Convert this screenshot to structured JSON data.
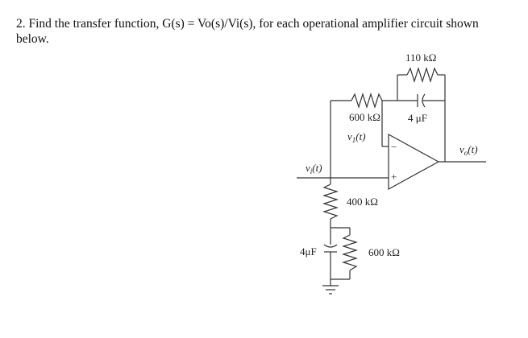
{
  "problem": {
    "text": "2. Find the transfer function, G(s) = Vo(s)/Vi(s), for each operational amplifier circuit shown below."
  },
  "circuit": {
    "components": {
      "r_feedback": "110 kΩ",
      "c_feedback": "4 μF",
      "r_input": "600 kΩ",
      "r_divider": "400 kΩ",
      "c_ground": "4μF",
      "r_ground": "600 kΩ"
    },
    "nodes": {
      "v1": "v",
      "v1_sub": "1",
      "v1_arg": "(t)",
      "vi": "v",
      "vi_sub": "i",
      "vi_arg": "(t)",
      "vo": "v",
      "vo_sub": "o",
      "vo_arg": "(t)"
    },
    "opamp": {
      "minus": "−",
      "plus": "+"
    }
  }
}
